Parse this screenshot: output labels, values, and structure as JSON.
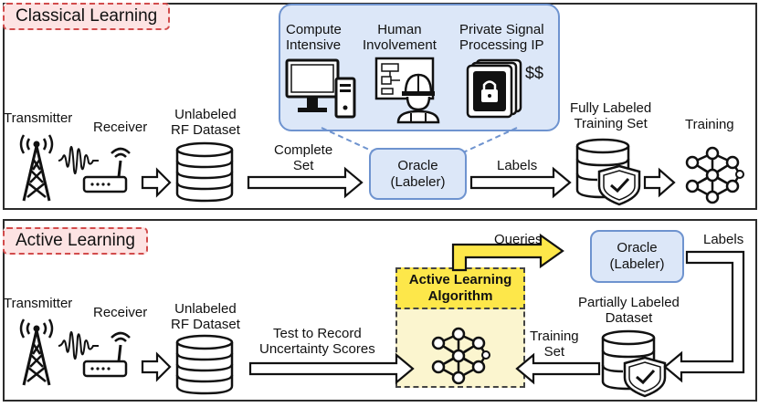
{
  "classical": {
    "tag": "Classical Learning",
    "transmitter": "Transmitter",
    "receiver": "Receiver",
    "dataset": [
      "Unlabeled",
      "RF Dataset"
    ],
    "edge_complete": [
      "Complete",
      "Set"
    ],
    "oracle": [
      "Oracle",
      "(Labeler)"
    ],
    "edge_labels": "Labels",
    "labeled_set": [
      "Fully Labeled",
      "Training Set"
    ],
    "training": "Training",
    "oracle_costs": {
      "compute": [
        "Compute",
        "Intensive"
      ],
      "human": [
        "Human",
        "Involvement"
      ],
      "private": [
        "Private Signal",
        "Processing IP"
      ],
      "money": "$$"
    }
  },
  "active": {
    "tag": "Active Learning",
    "transmitter": "Transmitter",
    "receiver": "Receiver",
    "dataset": [
      "Unlabeled",
      "RF Dataset"
    ],
    "edge_test": [
      "Test to Record",
      "Uncertainty Scores"
    ],
    "algorithm": [
      "Active Learning",
      "Algorithm"
    ],
    "edge_queries": "Queries",
    "oracle": [
      "Oracle",
      "(Labeler)"
    ],
    "edge_labels": "Labels",
    "partial_set": [
      "Partially Labeled",
      "Dataset"
    ],
    "edge_training": [
      "Training",
      "Set"
    ]
  },
  "colors": {
    "tag_fill": "#fde3e3",
    "tag_border": "#d24b4b",
    "oracle_fill": "#dce7f8",
    "oracle_border": "#6e93cf",
    "al_fill": "#fbf5cf",
    "al_title_fill": "#fde74a"
  }
}
